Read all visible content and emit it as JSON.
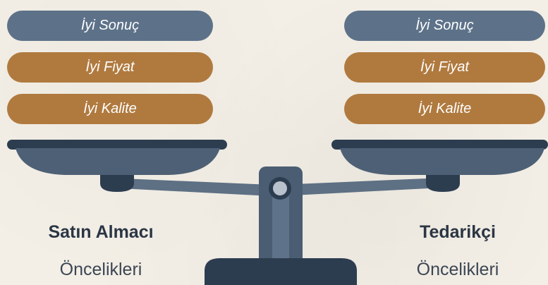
{
  "left": {
    "items": [
      "İyi Sonuç",
      "İyi Fiyat",
      "İyi Kalite"
    ],
    "title": "Satın Almacı",
    "subtitle": "Öncelikleri"
  },
  "right": {
    "items": [
      "İyi Sonuç",
      "İyi Fiyat",
      "İyi Kalite"
    ],
    "title": "Tedarikçi",
    "subtitle": "Öncelikleri"
  },
  "colors": {
    "sonuc_pill": "#5d7289",
    "fiyat_kalite_pill": "#b07a3f",
    "scale_dark": "#2d3d50",
    "scale_mid": "#4a5d72"
  }
}
